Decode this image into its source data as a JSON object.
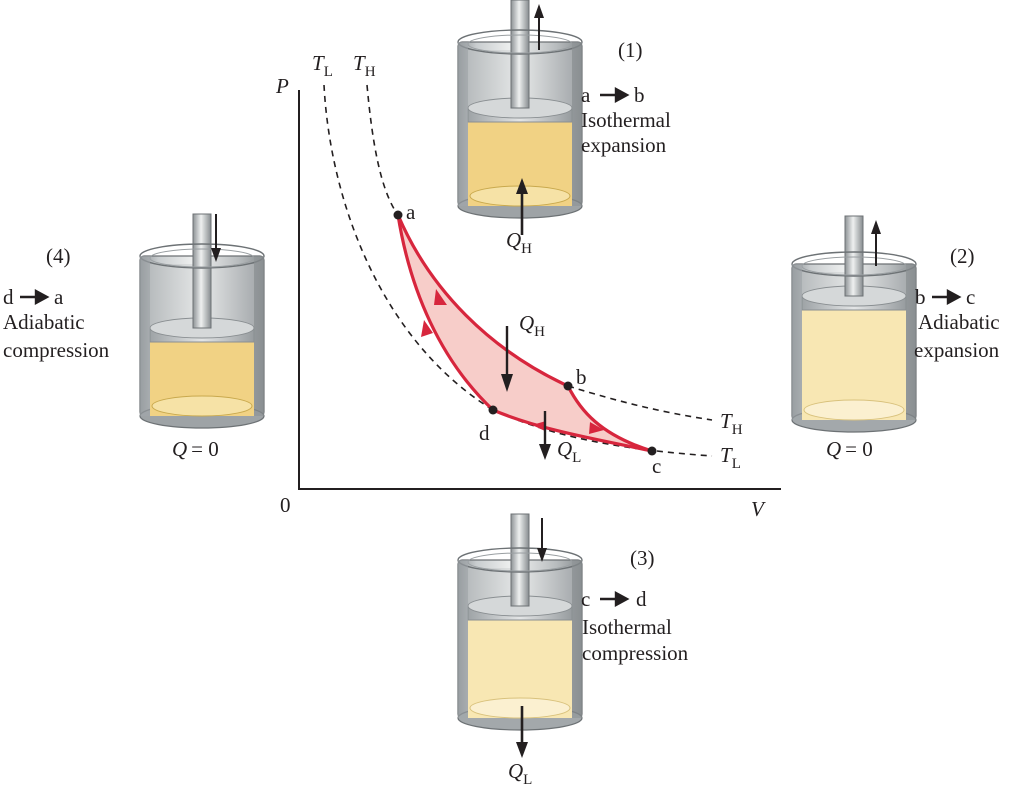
{
  "graph": {
    "y_axis_label": "P",
    "x_axis_label": "V",
    "origin_label": "0",
    "isotherm_low": {
      "symbol": "T",
      "subscript": "L"
    },
    "isotherm_high": {
      "symbol": "T",
      "subscript": "H"
    },
    "points": {
      "a": "a",
      "b": "b",
      "c": "c",
      "d": "d"
    },
    "heat_in": {
      "symbol": "Q",
      "subscript": "H"
    },
    "heat_out": {
      "symbol": "Q",
      "subscript": "L"
    },
    "colors": {
      "cycle_stroke": "#d7263d",
      "cycle_fill": "#f7cdc9",
      "isotherm": "#231f20"
    }
  },
  "steps": [
    {
      "number": "(1)",
      "from": "a",
      "to": "b",
      "line1": "Isothermal",
      "line2": "expansion",
      "heat": {
        "symbol": "Q",
        "subscript": "H"
      },
      "piston": "up",
      "fluid_color": "#f1d284"
    },
    {
      "number": "(2)",
      "from": "b",
      "to": "c",
      "line1": "Adiabatic",
      "line2": "expansion",
      "heat": {
        "symbol": "Q",
        "equals": "= 0"
      },
      "piston": "up",
      "fluid_color": "#f8e7b3"
    },
    {
      "number": "(3)",
      "from": "c",
      "to": "d",
      "line1": "Isothermal",
      "line2": "compression",
      "heat": {
        "symbol": "Q",
        "subscript": "L"
      },
      "piston": "down",
      "fluid_color": "#f8e7b3"
    },
    {
      "number": "(4)",
      "from": "d",
      "to": "a",
      "line1": "Adiabatic",
      "line2": "compression",
      "heat": {
        "symbol": "Q",
        "equals": "= 0"
      },
      "piston": "down",
      "fluid_color": "#f1d284"
    }
  ]
}
